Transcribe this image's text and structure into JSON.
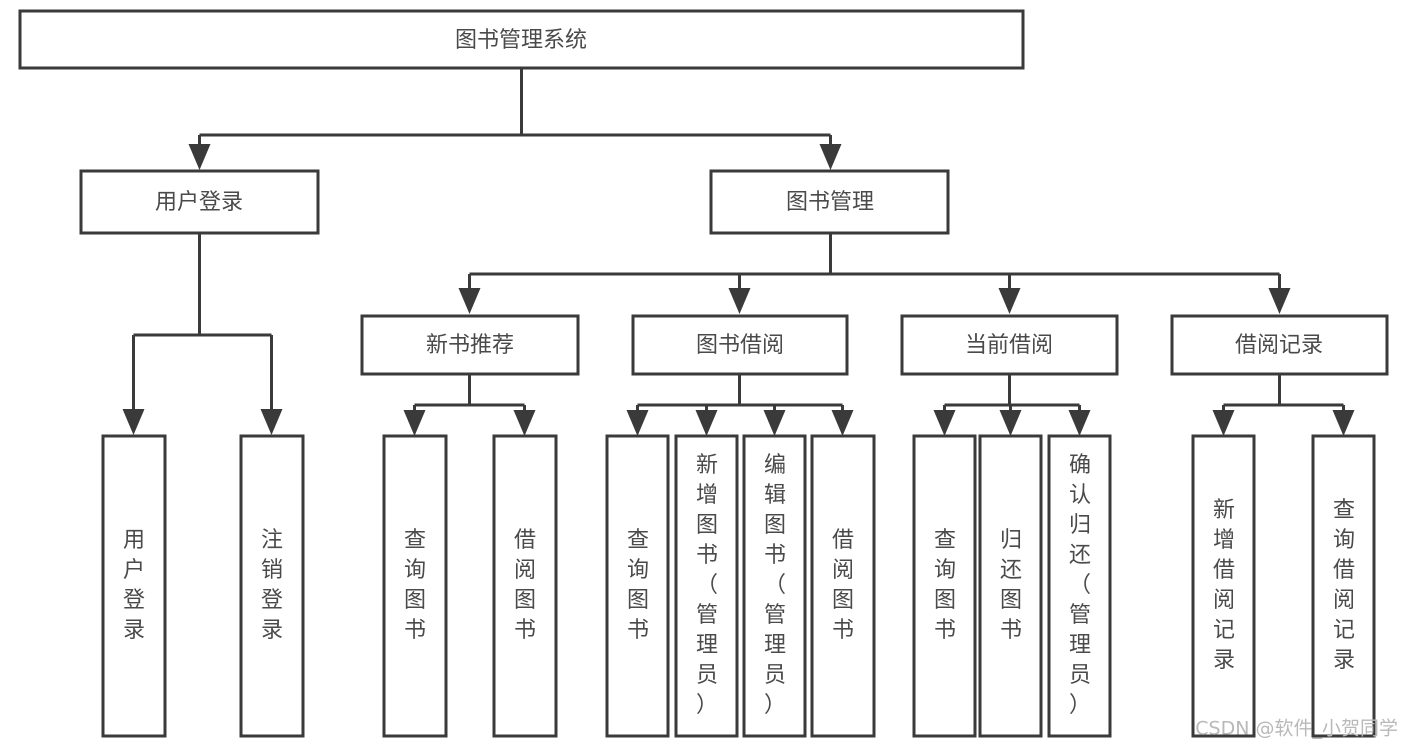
{
  "diagram": {
    "type": "tree-hierarchy-chart",
    "title": "图书管理系统",
    "root": {
      "id": "root",
      "label": "图书管理系统"
    },
    "level2": [
      {
        "id": "user-login",
        "label": "用户登录"
      },
      {
        "id": "book-management",
        "label": "图书管理"
      }
    ],
    "level3": [
      {
        "id": "new-book-recommend",
        "label": "新书推荐",
        "parent": "book-management"
      },
      {
        "id": "book-borrow",
        "label": "图书借阅",
        "parent": "book-management"
      },
      {
        "id": "current-borrow",
        "label": "当前借阅",
        "parent": "book-management"
      },
      {
        "id": "borrow-record",
        "label": "借阅记录",
        "parent": "book-management"
      }
    ],
    "leaves": [
      {
        "id": "leaf-user-login",
        "label": "用户登录",
        "parent": "user-login"
      },
      {
        "id": "leaf-logout-login",
        "label": "注销登录",
        "parent": "user-login"
      },
      {
        "id": "leaf-query-book-1",
        "label": "查询图书",
        "parent": "new-book-recommend"
      },
      {
        "id": "leaf-borrow-book-1",
        "label": "借阅图书",
        "parent": "new-book-recommend"
      },
      {
        "id": "leaf-query-book-2",
        "label": "查询图书",
        "parent": "book-borrow"
      },
      {
        "id": "leaf-add-book",
        "label": "新增图书（管理员）",
        "parent": "book-borrow"
      },
      {
        "id": "leaf-edit-book",
        "label": "编辑图书（管理员）",
        "parent": "book-borrow"
      },
      {
        "id": "leaf-borrow-book-2",
        "label": "借阅图书",
        "parent": "book-borrow"
      },
      {
        "id": "leaf-query-book-3",
        "label": "查询图书",
        "parent": "current-borrow"
      },
      {
        "id": "leaf-return-book",
        "label": "归还图书",
        "parent": "current-borrow"
      },
      {
        "id": "leaf-confirm-return",
        "label": "确认归还（管理员）",
        "parent": "current-borrow"
      },
      {
        "id": "leaf-add-borrow-record",
        "label": "新增借阅记录",
        "parent": "borrow-record"
      },
      {
        "id": "leaf-query-borrow-record",
        "label": "查询借阅记录",
        "parent": "borrow-record"
      }
    ],
    "colors": {
      "box_stroke": "#3a3a3a",
      "box_fill": "#ffffff",
      "text": "#4a4a4a",
      "background": "#ffffff",
      "watermark": "#b9b9b9"
    }
  },
  "watermark": {
    "text": "CSDN @软件_小贺同学"
  }
}
